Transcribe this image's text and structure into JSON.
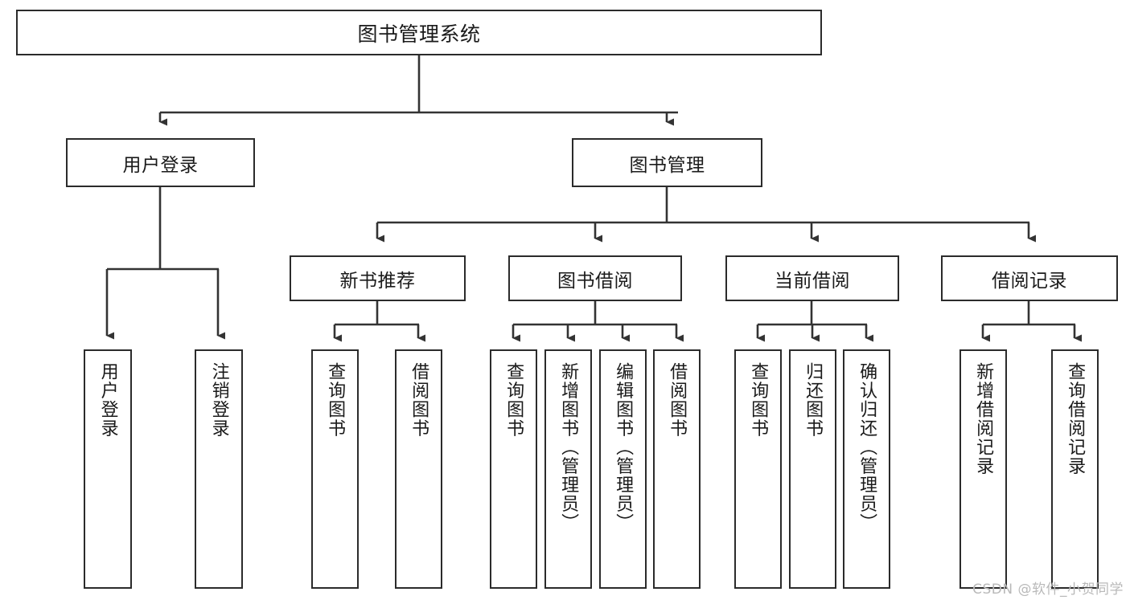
{
  "diagram": {
    "type": "hierarchy-tree",
    "title": "图书管理系统",
    "orientation": "top-down",
    "edge_style": "orthogonal-arrow",
    "colors": {
      "box_border": "#2b2b2b",
      "box_fill": "#ffffff",
      "connector": "#333333",
      "text": "#1a1a1a",
      "watermark": "#b9b9b9"
    }
  },
  "root": {
    "id": "root",
    "label": "图书管理系统",
    "orientation": "horizontal"
  },
  "level1": [
    {
      "id": "user-login",
      "label": "用户登录",
      "orientation": "horizontal"
    },
    {
      "id": "book-management",
      "label": "图书管理",
      "orientation": "horizontal"
    }
  ],
  "level2": [
    {
      "id": "new-book-recommend",
      "label": "新书推荐",
      "orientation": "horizontal",
      "parent": "book-management"
    },
    {
      "id": "book-borrow",
      "label": "图书借阅",
      "orientation": "horizontal",
      "parent": "book-management"
    },
    {
      "id": "current-borrow",
      "label": "当前借阅",
      "orientation": "horizontal",
      "parent": "book-management"
    },
    {
      "id": "borrow-record",
      "label": "借阅记录",
      "orientation": "horizontal",
      "parent": "book-management"
    }
  ],
  "leaves": {
    "user_login": [
      {
        "id": "leaf-user-login",
        "label": "用户登录"
      },
      {
        "id": "leaf-logout-login",
        "label": "注销登录"
      }
    ],
    "new_book_recommend": [
      {
        "id": "leaf-query-book-1",
        "label": "查询图书"
      },
      {
        "id": "leaf-borrow-book-1",
        "label": "借阅图书"
      }
    ],
    "book_borrow": [
      {
        "id": "leaf-query-book-2",
        "label": "查询图书"
      },
      {
        "id": "leaf-add-book-admin",
        "label": "新增图书（管理员）"
      },
      {
        "id": "leaf-edit-book-admin",
        "label": "编辑图书（管理员）"
      },
      {
        "id": "leaf-borrow-book-2",
        "label": "借阅图书"
      }
    ],
    "current_borrow": [
      {
        "id": "leaf-query-book-3",
        "label": "查询图书"
      },
      {
        "id": "leaf-return-book",
        "label": "归还图书"
      },
      {
        "id": "leaf-confirm-return-admin",
        "label": "确认归还（管理员）"
      }
    ],
    "borrow_record": [
      {
        "id": "leaf-add-borrow-record",
        "label": "新增借阅记录"
      },
      {
        "id": "leaf-query-borrow-record",
        "label": "查询借阅记录"
      }
    ]
  },
  "watermark": {
    "text": "CSDN @软件_小贺同学"
  }
}
